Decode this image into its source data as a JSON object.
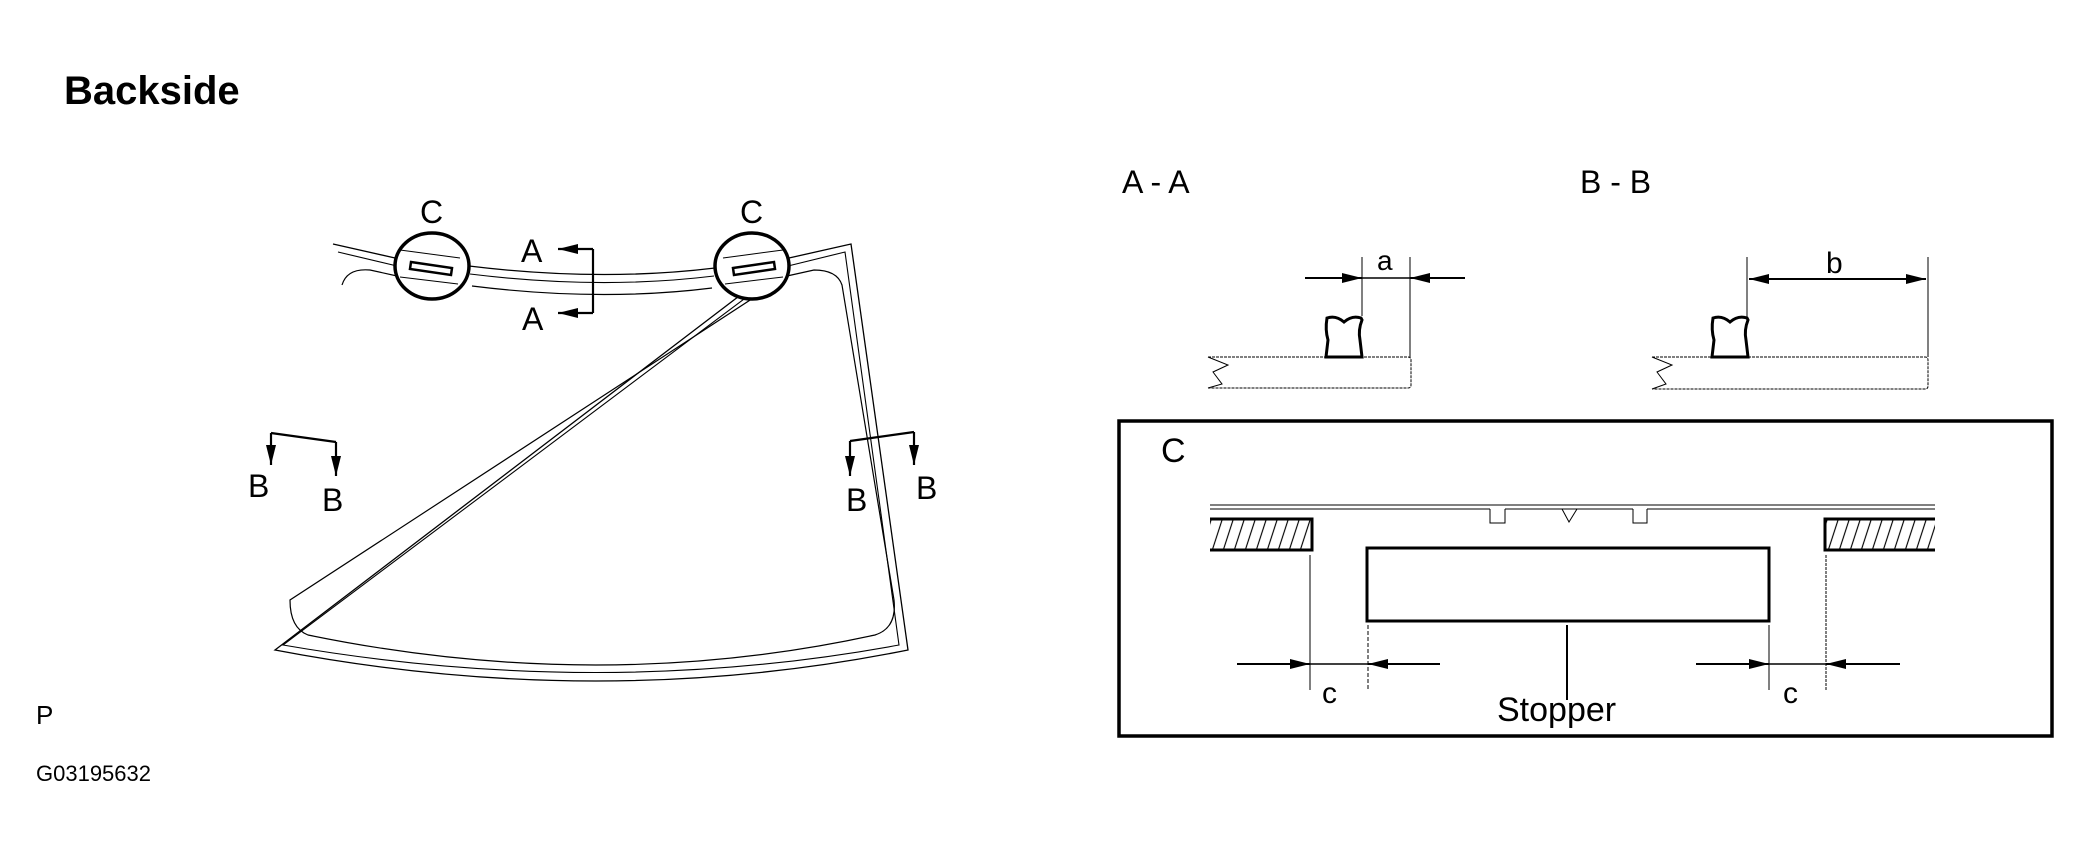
{
  "title": "Backside",
  "footer": {
    "code": "P",
    "figure_id": "G03195632"
  },
  "windshield_view": {
    "callouts": {
      "detail_c_left": "C",
      "detail_c_right": "C",
      "section_a_top": "A",
      "section_a_bottom": "A",
      "section_b_left_1": "B",
      "section_b_left_2": "B",
      "section_b_right_1": "B",
      "section_b_right_2": "B"
    }
  },
  "section_aa": {
    "title": "A - A",
    "dimension": "a"
  },
  "section_bb": {
    "title": "B - B",
    "dimension": "b"
  },
  "detail_c": {
    "title": "C",
    "dimension_left": "c",
    "dimension_right": "c",
    "part_label": "Stopper"
  },
  "colors": {
    "ink": "#000000",
    "background": "#ffffff"
  }
}
